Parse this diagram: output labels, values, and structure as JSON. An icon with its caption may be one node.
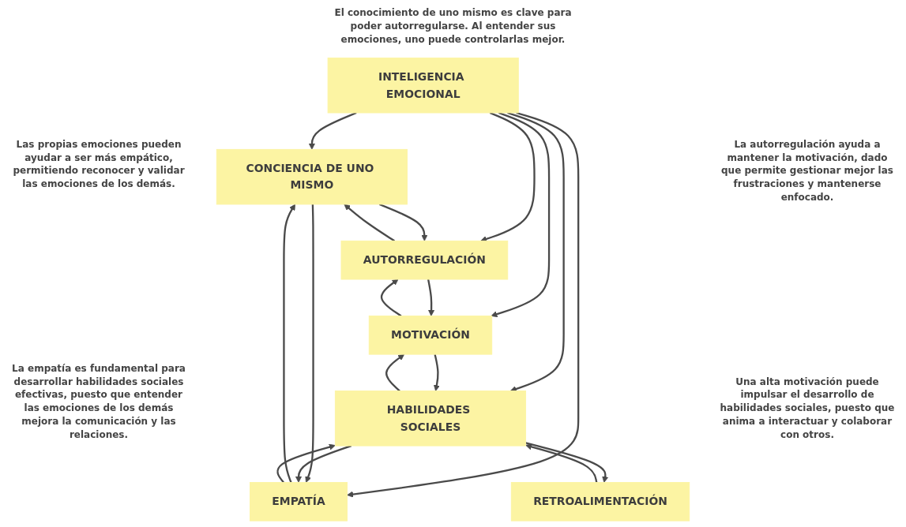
{
  "diagram": {
    "nodes": [
      {
        "text": [
          "INTELIGENCIA EMOCIONAL"
        ]
      },
      {
        "text": [
          "CONCIENCIA DE UNO MISMO"
        ]
      },
      {
        "text": [
          "AUTORREGULACIÓN"
        ]
      },
      {
        "text": [
          "EMPATÍA"
        ]
      },
      {
        "text": [
          "MOTIVACIÓN"
        ]
      },
      {
        "text": [
          "HABILIDADES SOCIALES"
        ]
      },
      {
        "text": [
          "RETROALIMENTACIÓN"
        ]
      }
    ],
    "edges": [
      {
        "from": 0,
        "to": 1,
        "arrow": "to"
      },
      {
        "from": 0,
        "to": 2,
        "arrow": "to"
      },
      {
        "from": 0,
        "to": 3,
        "arrow": "to"
      },
      {
        "from": 0,
        "to": 4,
        "arrow": "to"
      },
      {
        "from": 0,
        "to": 5,
        "arrow": "to"
      },
      {
        "from": 1,
        "to": 2,
        "arrow": "to"
      },
      {
        "from": 2,
        "to": 1,
        "arrow": "to"
      },
      {
        "from": 1,
        "to": 3,
        "arrow": "to"
      },
      {
        "from": 3,
        "to": 1,
        "arrow": "to"
      },
      {
        "from": 2,
        "to": 4,
        "arrow": "to"
      },
      {
        "from": 4,
        "to": 2,
        "arrow": "to"
      },
      {
        "from": 3,
        "to": 5,
        "arrow": "to"
      },
      {
        "from": 5,
        "to": 3,
        "arrow": "to"
      },
      {
        "from": 4,
        "to": 5,
        "arrow": "to"
      },
      {
        "from": 5,
        "to": 4,
        "arrow": "to"
      },
      {
        "from": 5,
        "to": 6,
        "arrow": "to"
      },
      {
        "from": 6,
        "to": 5,
        "arrow": "to"
      }
    ],
    "labels": [
      "El conocimiento de uno mismo es clave para poder autorregularse. Al entender sus emociones, uno puede controlarlas mejor.",
      "Las propias emociones pueden ayudar a ser más empático, permitiendo reconocer y validar las emociones de los demás.",
      "La autorregulación ayuda a mantener la motivación, dado que permite gestionar mejor las frustraciones y mantenerse enfocado.",
      "La empatía es fundamental para desarrollar habilidades sociales efectivas, puesto que entender las emociones de los demás mejora la comunicación y las relaciones.",
      "Una alta motivación puede impulsar el desarrollo de habilidades sociales, puesto que anima a interactuar y colaborar con otros."
    ]
  }
}
